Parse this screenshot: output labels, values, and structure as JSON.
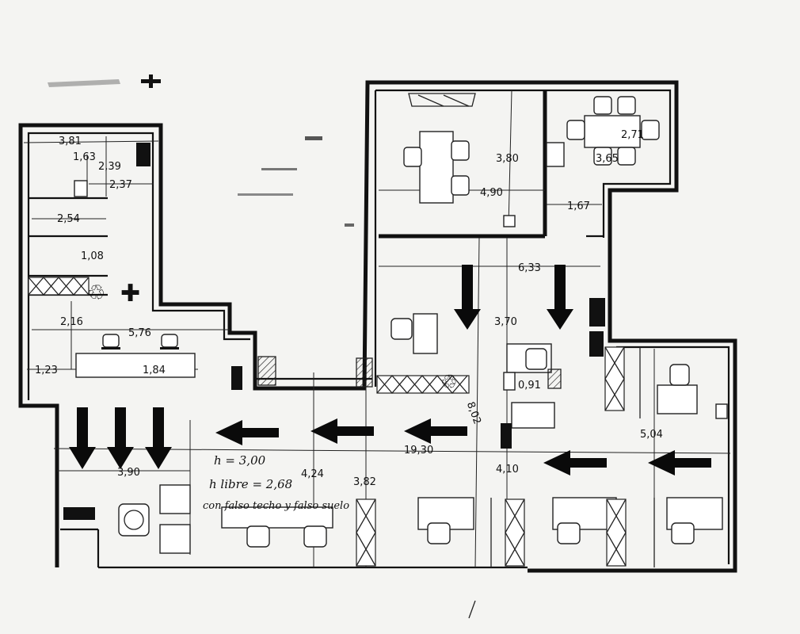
{
  "dimensions": {
    "d1": "3,81",
    "d2": "1,63",
    "d3": "2,39",
    "d4": "2,37",
    "d5": "2,54",
    "d6": "1,08",
    "d7": "2,16",
    "d8": "5,76",
    "d9": "1,23",
    "d10": "1,84",
    "d11": "3,80",
    "d12": "4,90",
    "d13": "1,67",
    "d14": "2,71",
    "d15": "3,65",
    "d16": "6,33",
    "d17": "3,70",
    "d18": "0,91",
    "d19": "8,02",
    "d20": "5,04",
    "d21": "19,30",
    "d22": "3,90",
    "d23": "4,24",
    "d24": "3,82",
    "d25": "4,10"
  },
  "notes": {
    "height": "h = 3,00",
    "free_height": "h libre = 2,68",
    "ceiling": "con falso techo y falso suelo"
  },
  "symbols": {
    "recycle_icon": "♲",
    "cross_icon": "✚"
  }
}
